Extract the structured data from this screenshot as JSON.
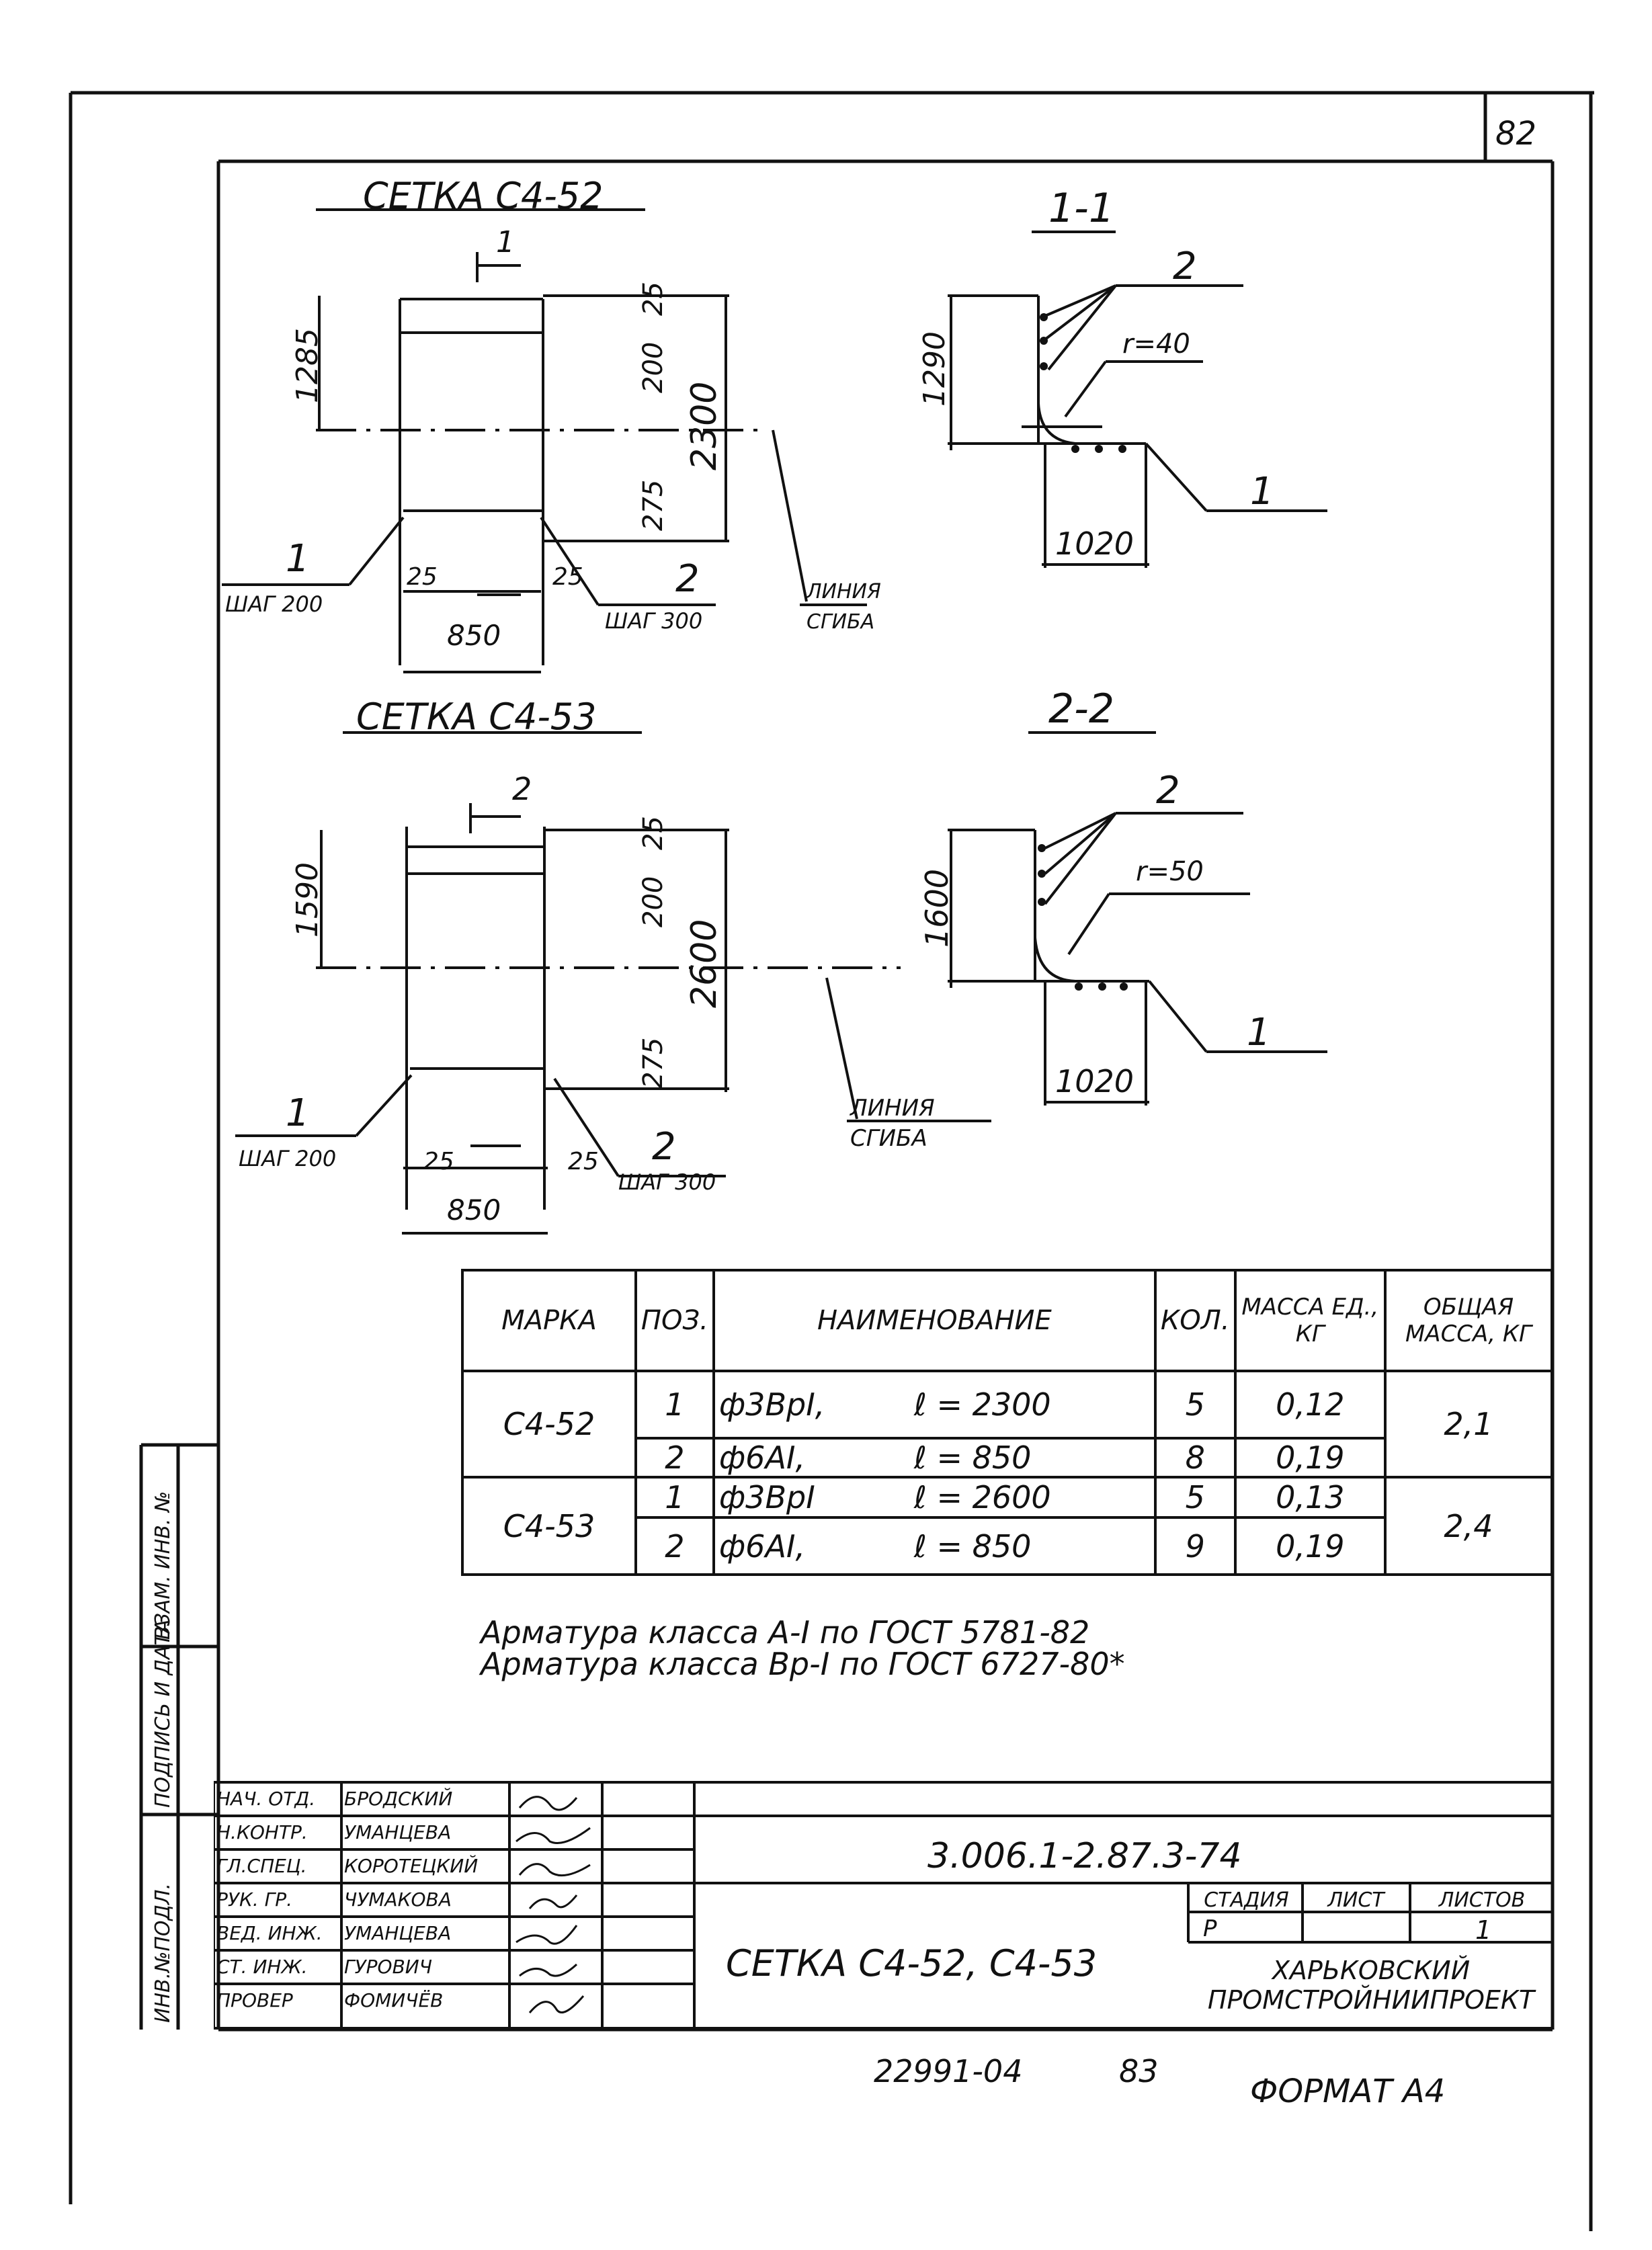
{
  "sheet": {
    "page_number": "82",
    "bottom_number": "22991-04",
    "bottom_page": "83",
    "format": "ФОРМАТ А4"
  },
  "mesh1": {
    "title": "СЕТКА С4-52",
    "section_mark": "1",
    "dim_left": "1285",
    "dim_top1": "25",
    "dim_top2": "200",
    "dim_total": "2300",
    "dim_bottom": "275",
    "pos1": "1",
    "pos1_step": "ШАГ 200",
    "pos2": "2",
    "pos2_step": "ШАГ 300",
    "edge_left": "25",
    "edge_right": "25",
    "width": "850",
    "bend_label1": "ЛИНИЯ",
    "bend_label2": "СГИБА"
  },
  "section1": {
    "title": "1-1",
    "pos2": "2",
    "radius": "r=40",
    "height": "1290",
    "width": "1020",
    "pos1": "1"
  },
  "mesh2": {
    "title": "СЕТКА С4-53",
    "section_mark": "2",
    "dim_left": "1590",
    "dim_top1": "25",
    "dim_top2": "200",
    "dim_total": "2600",
    "dim_bottom": "275",
    "pos1": "1",
    "pos1_step": "ШАГ 200",
    "pos2": "2",
    "pos2_step": "ШАГ 300",
    "edge_left": "25",
    "edge_right": "25",
    "width": "850",
    "bend_label1": "ЛИНИЯ",
    "bend_label2": "СГИБА"
  },
  "section2": {
    "title": "2-2",
    "pos2": "2",
    "radius": "r=50",
    "height": "1600",
    "width": "1020",
    "pos1": "1"
  },
  "table": {
    "headers": {
      "mark": "МАРКА",
      "pos": "ПОЗ.",
      "name": "НАИМЕНОВАНИЕ",
      "qty": "КОЛ.",
      "mass_unit": "МАССА ЕД., КГ",
      "mass_total": "ОБЩАЯ МАССА, КГ"
    },
    "rows": [
      {
        "mark": "С4-52",
        "pos": "1",
        "name": "ф3ВрI,",
        "len": "ℓ = 2300",
        "qty": "5",
        "mass": "0,12",
        "total": "2,1"
      },
      {
        "pos": "2",
        "name": "ф6АI,",
        "len": "ℓ = 850",
        "qty": "8",
        "mass": "0,19"
      },
      {
        "mark": "С4-53",
        "pos": "1",
        "name": "ф3ВрI",
        "len": "ℓ = 2600",
        "qty": "5",
        "mass": "0,13",
        "total": "2,4"
      },
      {
        "pos": "2",
        "name": "ф6АI,",
        "len": "ℓ = 850",
        "qty": "9",
        "mass": "0,19"
      }
    ]
  },
  "notes": [
    "Арматура класса А-I по ГОСТ 5781-82",
    "Арматура класса Вр-I по ГОСТ 6727-80*"
  ],
  "side_labels": [
    "ИНВ.№ПОДЛ.",
    "ПОДПИСЬ И ДАТА",
    "ВЗАМ. ИНВ. №"
  ],
  "stamp": {
    "roles": [
      "НАЧ. ОТД.",
      "Н.КОНТР.",
      "ГЛ.СПЕЦ.",
      "РУК. ГР.",
      "ВЕД. ИНЖ.",
      "СТ. ИНЖ.",
      "ПРОВЕР"
    ],
    "names": [
      "БРОДСКИЙ",
      "УМАНЦЕВА",
      "КОРОТЕЦКИЙ",
      "ЧУМАКОВА",
      "УМАНЦЕВА",
      "ГУРОВИЧ",
      "ФОМИЧЁВ"
    ],
    "doc_number": "3.006.1-2.87.3-74",
    "title": "СЕТКА С4-52, С4-53",
    "stage_label": "СТАДИЯ",
    "sheet_label": "ЛИСТ",
    "sheets_label": "ЛИСТОВ",
    "stage": "Р",
    "sheet": "",
    "sheets": "1",
    "org1": "ХАРЬКОВСКИЙ",
    "org2": "ПРОМСТРОЙНИИПРОЕКТ"
  }
}
